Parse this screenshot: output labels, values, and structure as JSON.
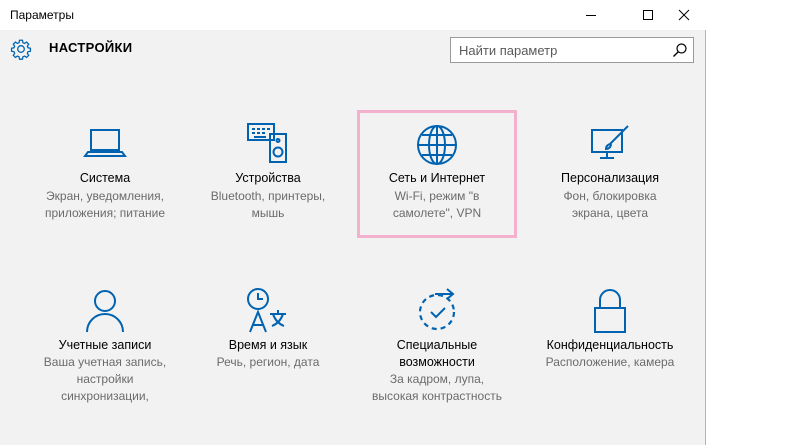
{
  "window": {
    "title": "Параметры"
  },
  "header": {
    "title": "НАСТРОЙКИ",
    "search_placeholder": "Найти параметр"
  },
  "colors": {
    "accent": "#0063b1",
    "background": "#f2f2f2",
    "highlight_border": "#f4b1cd",
    "description": "#6b6b6b"
  },
  "tiles": [
    {
      "icon": "laptop-icon",
      "title": "Система",
      "desc": [
        "Экран, уведомления,",
        "приложения; питание"
      ]
    },
    {
      "icon": "devices-icon",
      "title": "Устройства",
      "desc": [
        "Bluetooth, принтеры,",
        "мышь"
      ]
    },
    {
      "icon": "globe-icon",
      "title": "Сеть и Интернет",
      "desc": [
        "Wi-Fi, режим \"в",
        "самолете\", VPN"
      ]
    },
    {
      "icon": "personalization-icon",
      "title": "Персонализация",
      "desc": [
        "Фон, блокировка",
        "экрана, цвета"
      ]
    },
    {
      "icon": "person-icon",
      "title": "Учетные записи",
      "desc": [
        "Ваша учетная запись,",
        "настройки",
        "синхронизации,"
      ]
    },
    {
      "icon": "time-language-icon",
      "title": "Время и язык",
      "desc": [
        "Речь, регион, дата"
      ]
    },
    {
      "icon": "ease-of-access-icon",
      "title": [
        "Специальные",
        "возможности"
      ],
      "desc": [
        "За кадром, лупа,",
        "высокая контрастность"
      ]
    },
    {
      "icon": "lock-icon",
      "title": "Конфиденциальность",
      "desc": [
        "Расположение, камера"
      ]
    }
  ]
}
